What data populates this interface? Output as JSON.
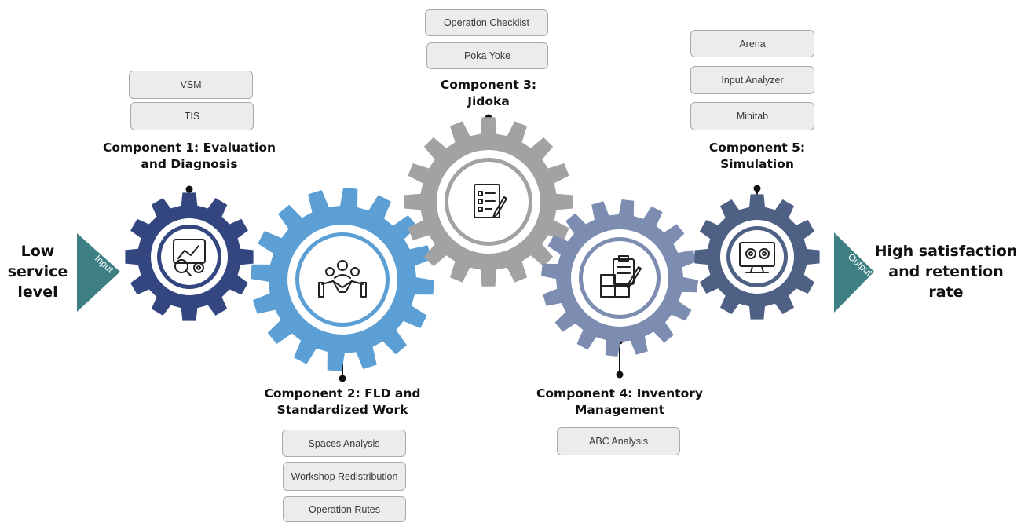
{
  "input": {
    "text_line1": "Low",
    "text_line2": "service",
    "text_line3": "level",
    "arrow_label": "Input"
  },
  "output": {
    "text_line1": "High satisfaction",
    "text_line2": "and retention",
    "text_line3": "rate",
    "arrow_label": "Output"
  },
  "components": [
    {
      "title_line1": "Component 1: Evaluation",
      "title_line2": "and Diagnosis",
      "color": "#33467f",
      "icon": "analytics-icon",
      "tools": [
        "VSM",
        "TIS"
      ]
    },
    {
      "title_line1": "Component 2: FLD and",
      "title_line2": "Standardized Work",
      "color": "#5b9fd4",
      "icon": "teamwork-handshake-icon",
      "tools": [
        "Spaces Analysis",
        "Workshop Redistribution",
        "Operation Rutes"
      ]
    },
    {
      "title_line1": "Component 3:",
      "title_line2": "Jidoka",
      "color": "#a2a2a2",
      "icon": "checklist-icon",
      "tools": [
        "Operation Checklist",
        "Poka Yoke"
      ]
    },
    {
      "title_line1": "Component 4: Inventory",
      "title_line2": "Management",
      "color": "#7c8db1",
      "icon": "inventory-icon",
      "tools": [
        "ABC Analysis"
      ]
    },
    {
      "title_line1": "Component 5:",
      "title_line2": "Simulation",
      "color": "#4e6185",
      "icon": "computer-settings-icon",
      "tools": [
        "Arena",
        "Input Analyzer",
        "Minitab"
      ]
    }
  ],
  "colors": {
    "arrow": "#3e7f83",
    "tool_fill": "#ececec",
    "tool_border": "#a9a9a9"
  }
}
